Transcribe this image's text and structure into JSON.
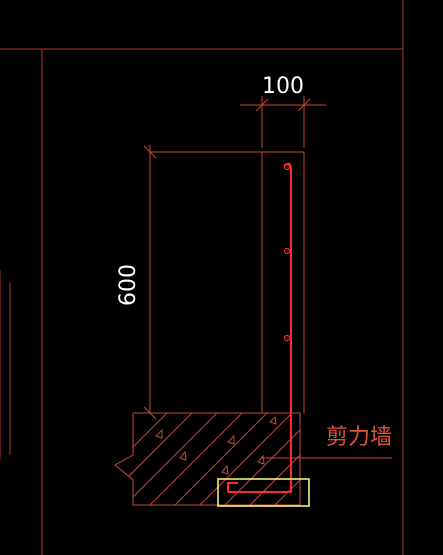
{
  "drawing": {
    "dimension_width": "100",
    "dimension_height": "600",
    "wall_label": "剪力墙"
  },
  "colors": {
    "background": "#000000",
    "frame_line": "#a33a2a",
    "outline": "#c04a36",
    "rebar": "#ff2a2a",
    "highlight_box": "#ffff80",
    "dimension_text": "#ffffff",
    "label_text": "#e0533f"
  }
}
